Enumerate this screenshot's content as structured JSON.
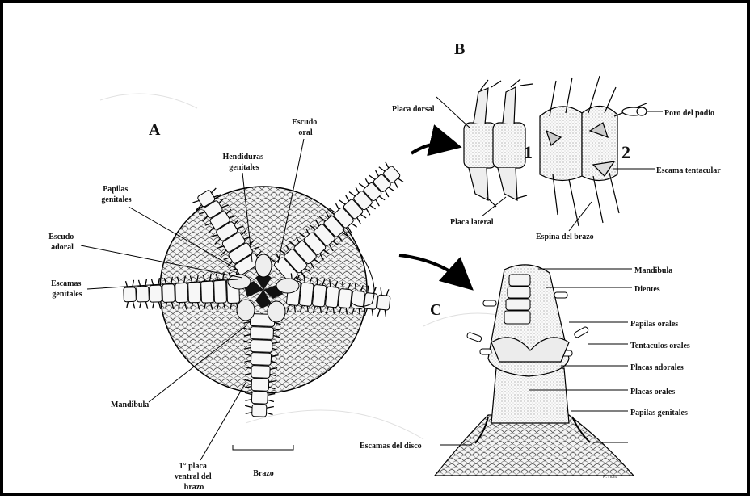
{
  "panels": {
    "a": "A",
    "b": "B",
    "c": "C",
    "b1": "1",
    "b2": "2"
  },
  "labels_a": {
    "escudo_oral": [
      "Escudo",
      "oral"
    ],
    "hendiduras": [
      "Hendiduras",
      "genitales"
    ],
    "papilas": [
      "Papilas",
      "genitales"
    ],
    "escudo_adoral": [
      "Escudo",
      "adoral"
    ],
    "escamas": [
      "Escamas",
      "genitales"
    ],
    "mandibula": "Mandibula",
    "placa_ventral": [
      "1° placa",
      "ventral del",
      "brazo"
    ],
    "brazo": "Brazo"
  },
  "labels_b": {
    "placa_dorsal": "Placa dorsal",
    "placa_lateral": "Placa lateral",
    "espina": "Espina del brazo",
    "poro": "Poro del podio",
    "escama_tentacular": "Escama tentacular"
  },
  "labels_c": {
    "mandibula": "Mandibula",
    "dientes": "Dientes",
    "papilas_orales": "Papilas orales",
    "tentaculos": "Tentaculos orales",
    "placas_adorales": "Placas adorales",
    "placas_orales": "Placas orales",
    "papilas_genitales": "Papilas genitales",
    "escamas_disco": "Escamas del disco"
  },
  "signature": "R. Hunt",
  "colors": {
    "ink": "#111111",
    "paper": "#ffffff",
    "stipple": "#cfcfcf"
  }
}
